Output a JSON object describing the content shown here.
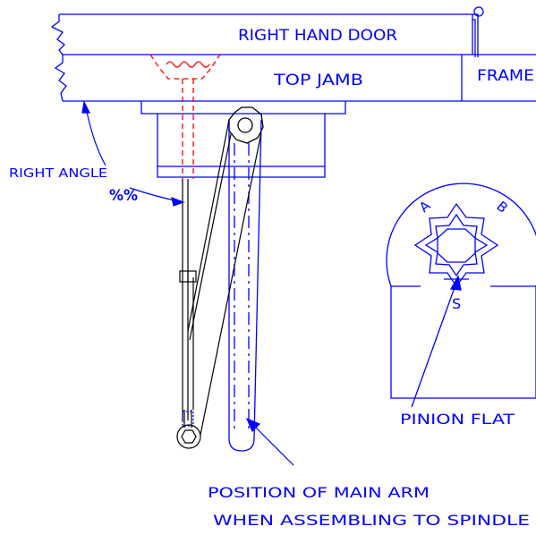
{
  "labels": {
    "door": "RIGHT HAND DOOR",
    "jamb": "TOP JAMB",
    "frame": "FRAME",
    "right_angle": "RIGHT ANGLE",
    "angle_symbol": "%%",
    "pinion_flat": "PINION FLAT",
    "callout_line1": "POSITION OF MAIN ARM",
    "callout_line2": "WHEN ASSEMBLING TO SPINDLE",
    "pinion_mark_a": "A",
    "pinion_mark_b": "B",
    "pinion_mark_s": "S"
  },
  "colors": {
    "outline": "#0000ff",
    "hidden": "#ff0000",
    "arm": "#000000",
    "background": "#ffffff"
  }
}
